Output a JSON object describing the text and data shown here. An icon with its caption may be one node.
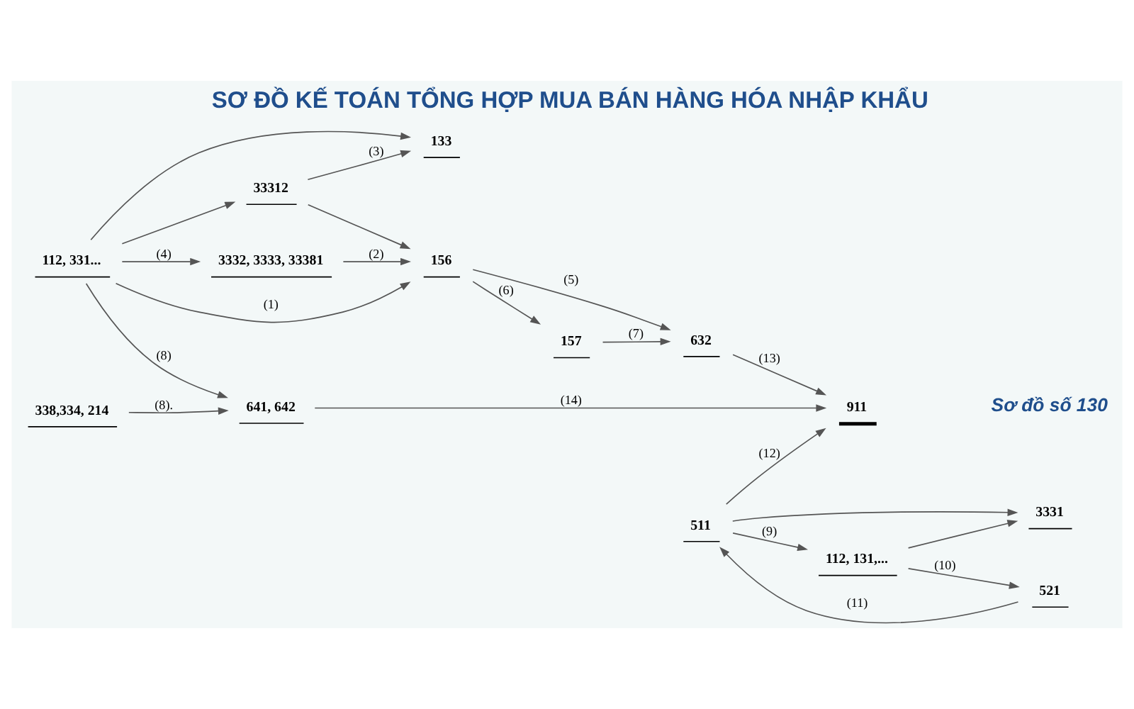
{
  "diagram": {
    "title": "SƠ ĐỒ KẾ TOÁN TỔNG HỢP MUA BÁN HÀNG HÓA NHẬP KHẨU",
    "caption": "Sơ đồ số 130",
    "nodes": [
      {
        "text": [
          "112, 331..."
        ]
      },
      {
        "text": [
          "156"
        ]
      },
      {
        "text": [
          "157"
        ]
      },
      {
        "text": [
          "632"
        ]
      },
      {
        "text": [
          "911"
        ]
      },
      {
        "text": [
          "511"
        ]
      },
      {
        "text": [
          "112, 131,..."
        ]
      },
      {
        "text": [
          "521"
        ]
      },
      {
        "text": [
          "3332, 3333, 33381"
        ]
      },
      {
        "text": [
          "33312"
        ]
      },
      {
        "text": [
          "133"
        ]
      },
      {
        "text": [
          "338,334, 214"
        ]
      },
      {
        "text": [
          "641, 642"
        ]
      },
      {
        "text": [
          "3331"
        ]
      }
    ],
    "edges": [
      {
        "from": 0,
        "to": 1,
        "arrow": "to",
        "label": "(1)"
      },
      {
        "from": 0,
        "to": 8,
        "arrow": "to",
        "label": "(4)"
      },
      {
        "from": 0,
        "to": 9,
        "arrow": "to"
      },
      {
        "from": 8,
        "to": 1,
        "arrow": "to",
        "label": "(2)"
      },
      {
        "from": 9,
        "to": 10,
        "arrow": "to",
        "label": "(3)"
      },
      {
        "from": 9,
        "to": 1,
        "arrow": "to"
      },
      {
        "from": 1,
        "to": 2,
        "arrow": "to",
        "label": "(6)"
      },
      {
        "from": 2,
        "to": 3,
        "arrow": "to",
        "label": "(7)"
      },
      {
        "from": 1,
        "to": 3,
        "arrow": "to",
        "label": "(5)"
      },
      {
        "from": 0,
        "to": 12,
        "arrow": "to",
        "label": "(8)"
      },
      {
        "from": 0,
        "to": 10,
        "arrow": "to"
      },
      {
        "from": 11,
        "to": 12,
        "arrow": "to",
        "label": "(8)."
      },
      {
        "from": 3,
        "to": 4,
        "arrow": "to",
        "label": "(13)"
      },
      {
        "from": 12,
        "to": 4,
        "arrow": "to",
        "label": "(14)"
      },
      {
        "from": 5,
        "to": 4,
        "arrow": "to",
        "label": "(12)"
      },
      {
        "from": 5,
        "to": 6,
        "arrow": "to",
        "label": "(9)"
      },
      {
        "from": 5,
        "to": 13,
        "arrow": "to"
      },
      {
        "from": 6,
        "to": 7,
        "arrow": "to",
        "label": "(10)"
      },
      {
        "from": 6,
        "to": 13,
        "arrow": "to"
      },
      {
        "from": 7,
        "to": 5,
        "arrow": "to",
        "label": "(11)"
      }
    ]
  }
}
